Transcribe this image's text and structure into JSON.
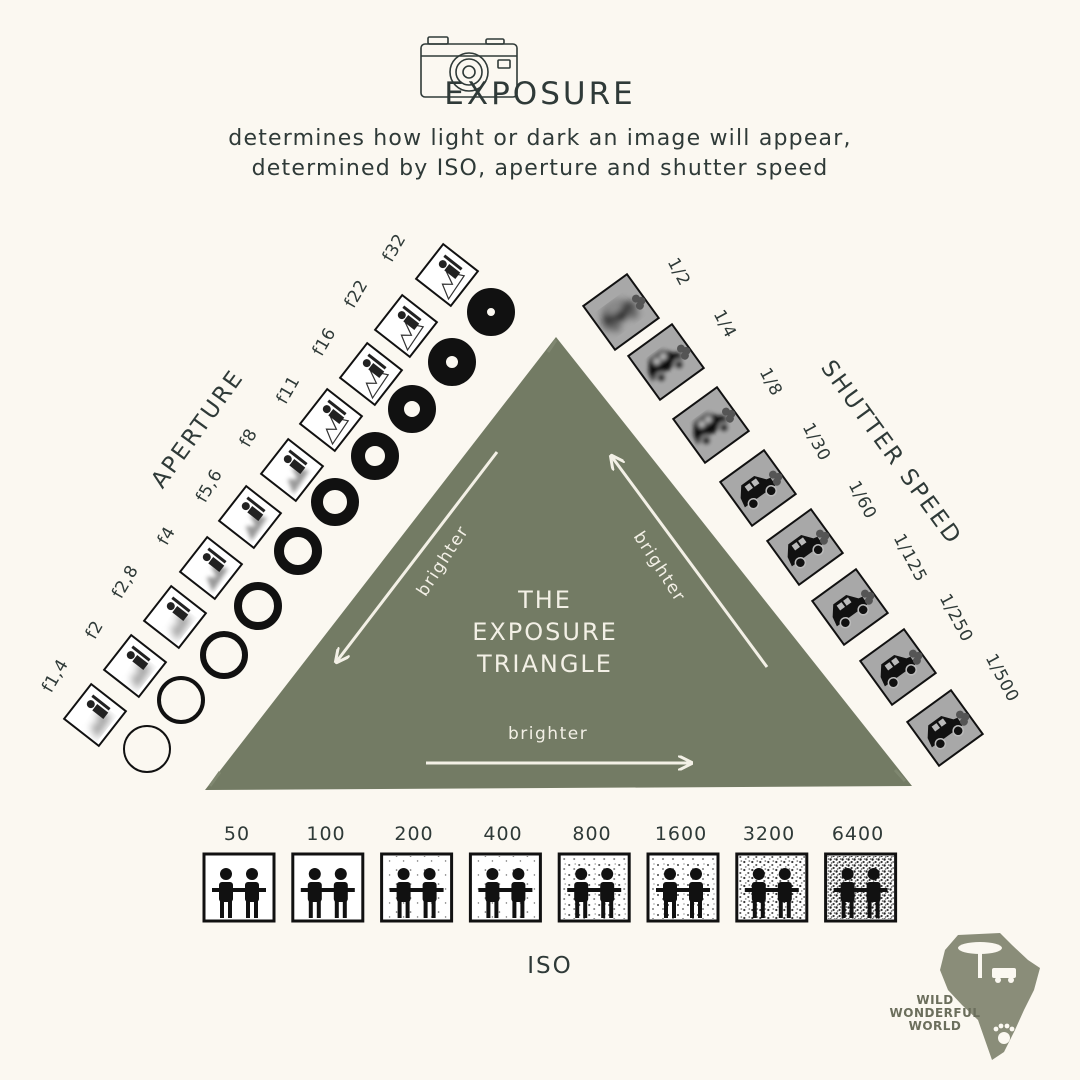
{
  "header": {
    "title": "EXPOSURE",
    "subtitle_lines": [
      "determines how light or dark an image will appear,",
      "determined by ISO, aperture and shutter speed"
    ]
  },
  "triangle": {
    "label_lines": [
      "THE",
      "EXPOSURE",
      "TRIANGLE"
    ],
    "arrow_label": "brighter"
  },
  "aperture": {
    "title": "APERTURE",
    "stops": [
      "f1,4",
      "f2",
      "f2,8",
      "f4",
      "f5,6",
      "f8",
      "f11",
      "f16",
      "f22",
      "f32"
    ]
  },
  "shutter": {
    "title": "SHUTTER SPEED",
    "speeds": [
      "1/2",
      "1/4",
      "1/8",
      "1/30",
      "1/60",
      "1/125",
      "1/250",
      "1/500"
    ]
  },
  "iso": {
    "title": "ISO",
    "values": [
      "50",
      "100",
      "200",
      "400",
      "800",
      "1600",
      "3200",
      "6400"
    ]
  },
  "logo": {
    "text_lines": [
      "WILD",
      "WONDERFUL",
      "WORLD"
    ]
  },
  "colors": {
    "background": "#fbf8f1",
    "triangle": "#737b64",
    "ink": "#2f3a38",
    "logo": "#6b6e5c"
  },
  "icons": {
    "camera": "camera-icon",
    "aperture_disc": "aperture-ring-icon",
    "depth_photo": "depth-of-field-icon",
    "car_photo": "motion-car-icon",
    "iso_photo": "iso-noise-people-icon",
    "logo": "africa-map-logo-icon"
  }
}
